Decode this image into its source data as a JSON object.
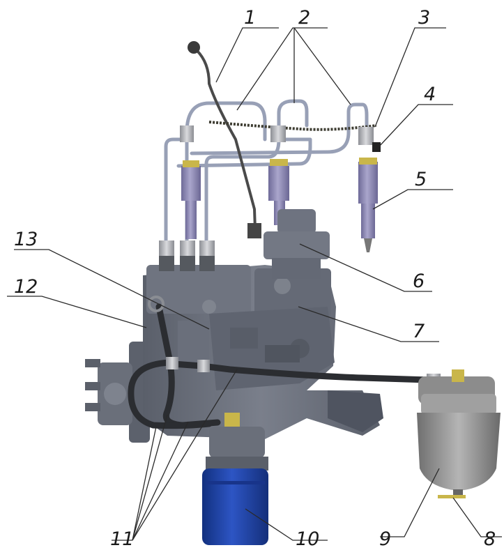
{
  "diagram": {
    "callouts": [
      {
        "id": "1",
        "label": "1"
      },
      {
        "id": "2",
        "label": "2"
      },
      {
        "id": "3",
        "label": "3"
      },
      {
        "id": "4",
        "label": "4"
      },
      {
        "id": "5",
        "label": "5"
      },
      {
        "id": "6",
        "label": "6"
      },
      {
        "id": "7",
        "label": "7"
      },
      {
        "id": "8",
        "label": "8"
      },
      {
        "id": "9",
        "label": "9"
      },
      {
        "id": "10",
        "label": "10"
      },
      {
        "id": "11",
        "label": "11"
      },
      {
        "id": "12",
        "label": "12"
      },
      {
        "id": "13",
        "label": "13"
      }
    ]
  },
  "colors": {
    "pump_body": "#6c717d",
    "pump_dark": "#4a4e58",
    "injector": "#8a86b0",
    "tube": "#9aa2b8",
    "hose": "#2b2d31",
    "brass": "#c9b64a",
    "filter_blue": "#1f43a8",
    "filter_grey": "#9a9a9a"
  }
}
